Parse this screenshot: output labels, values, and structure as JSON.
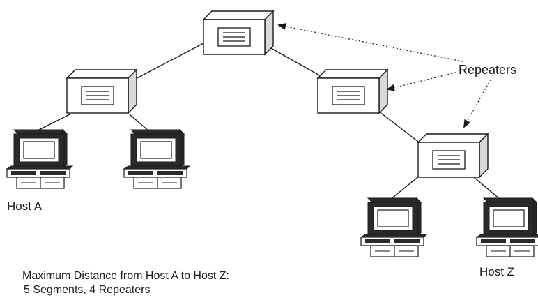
{
  "labels": {
    "host_a": "Host A",
    "host_z": "Host Z",
    "repeaters": "Repeaters"
  },
  "caption": {
    "line1": "Maximum Distance from Host A to Host Z:",
    "line2": "5 Segments, 4 Repeaters"
  },
  "nodes": {
    "repeaters": [
      "repeater-top",
      "repeater-left",
      "repeater-right",
      "repeater-bottom-right"
    ],
    "hosts": [
      "host-a",
      "host-left-2",
      "host-right-1",
      "host-z"
    ]
  },
  "colors": {
    "stroke": "#1a1a1a",
    "fill": "#ffffff",
    "shade": "#d9d9d9",
    "dark": "#2a2a2a"
  }
}
